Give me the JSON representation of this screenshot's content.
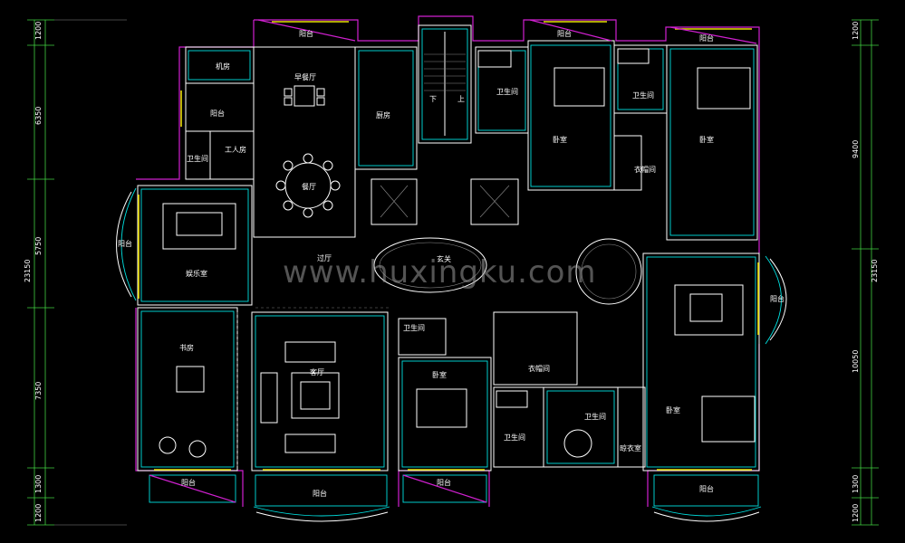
{
  "rooms": {
    "balcony_top_left": "阳台",
    "balcony_top_mid": "阳台",
    "balcony_top_right": "阳台",
    "machine_room": "机房",
    "balcony_small_left": "阳台",
    "breakfast": "早餐厅",
    "kitchen": "厨房",
    "stair_down": "下",
    "stair_up": "上",
    "bath_top1": "卫生间",
    "bath_top2": "卫生间",
    "bedroom_top1": "卧室",
    "bedroom_top2": "卧室",
    "servant": "工人房",
    "bath_servant": "卫生间",
    "dining": "餐厅",
    "closet_top": "衣帽间",
    "balcony_left": "阳台",
    "entertainment": "娱乐室",
    "hall": "过厅",
    "foyer": "玄关",
    "balcony_right": "阳台",
    "study": "书房",
    "bath_mid": "卫生间",
    "living": "客厅",
    "bedroom_mid": "卧室",
    "closet_mid": "衣帽间",
    "bath_low1": "卫生间",
    "bath_low2": "卫生间",
    "bedroom_right": "卧室",
    "laundry": "晾衣室",
    "balcony_bot1": "阳台",
    "balcony_bot2": "阳台",
    "balcony_bot3": "阳台",
    "balcony_bot4": "阳台"
  },
  "dimensions": {
    "left": [
      "1200",
      "6350",
      "5750",
      "7350",
      "1300",
      "1200"
    ],
    "left_total": "23150",
    "right": [
      "1200",
      "9400",
      "10050",
      "1300",
      "1200"
    ],
    "right_total": "23150"
  },
  "watermark": "www.huxingku.com",
  "colors": {
    "wall": "#ffffff",
    "magenta": "#d020d0",
    "cyan": "#00e0e0",
    "yellow": "#e8e000"
  }
}
